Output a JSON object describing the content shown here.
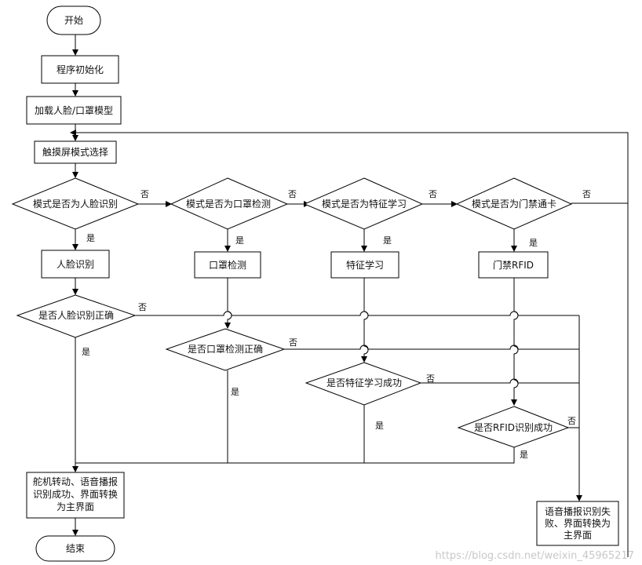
{
  "nodes": {
    "start": "开始",
    "init": "程序初始化",
    "load": "加载人脸/口罩模型",
    "select": "触摸屏模式选择",
    "dec_face_mode": "模式是否为人脸识别",
    "dec_mask_mode": "模式是否为口罩检测",
    "dec_feat_mode": "模式是否为特征学习",
    "dec_door_mode": "模式是否为门禁通卡",
    "face_rec": "人脸识别",
    "mask_det": "口罩检测",
    "feat_learn": "特征学习",
    "door_rfid": "门禁RFID",
    "dec_face_ok": "是否人脸识别正确",
    "dec_mask_ok": "是否口罩检测正确",
    "dec_feat_ok": "是否特征学习成功",
    "dec_rfid_ok": "是否RFID识别成功",
    "success": [
      "舵机转动、语音播报",
      "识别成功、界面转换",
      "为主界面"
    ],
    "fail": [
      "语音播报识别失",
      "败、界面转换为",
      "主界面"
    ],
    "end": "结束"
  },
  "labels": {
    "yes": "是",
    "no": "否"
  },
  "watermark": "https://blog.csdn.net/weixin_45965217"
}
